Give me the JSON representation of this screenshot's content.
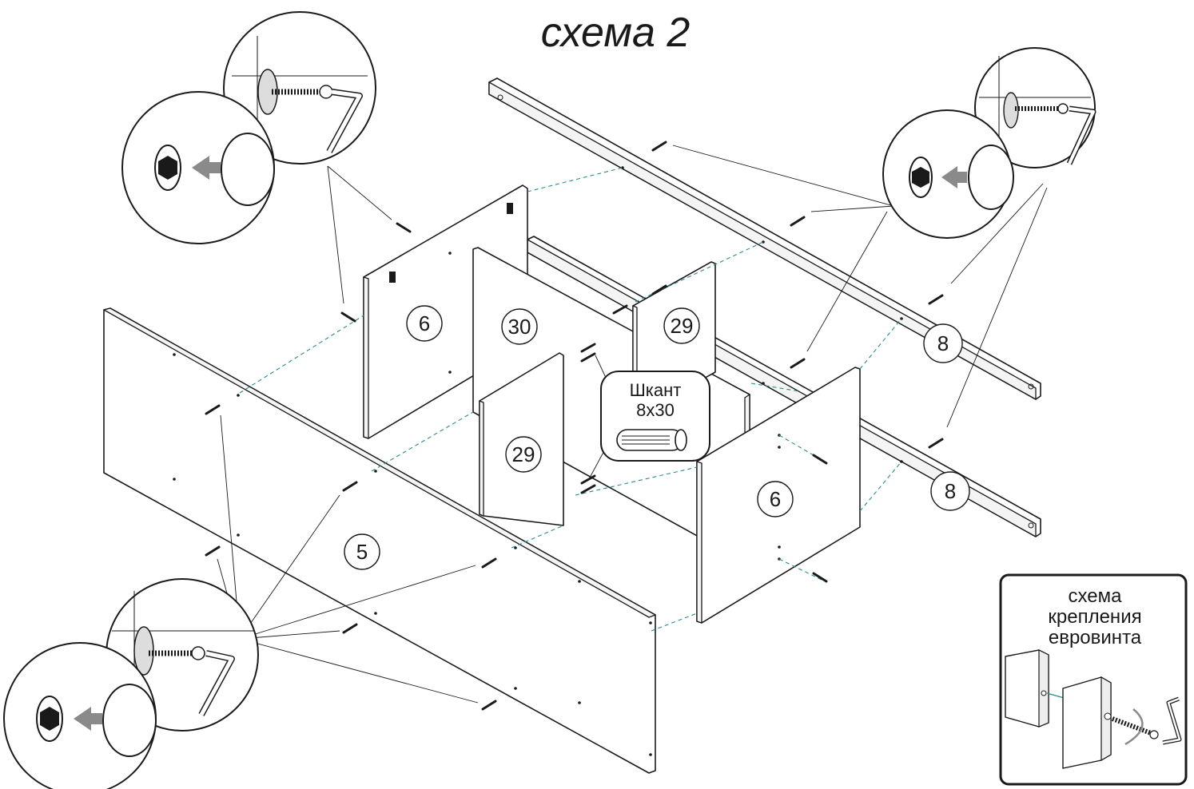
{
  "title": "схема 2",
  "part_labels": [
    {
      "id": "left-side",
      "text": "6"
    },
    {
      "id": "center-divider",
      "text": "30"
    },
    {
      "id": "back-shelf-divider",
      "text": "29"
    },
    {
      "id": "front-shelf-divider",
      "text": "29"
    },
    {
      "id": "right-side",
      "text": "6"
    },
    {
      "id": "front-panel",
      "text": "5"
    },
    {
      "id": "top-rail",
      "text": "8"
    },
    {
      "id": "bottom-rail",
      "text": "8"
    }
  ],
  "dowel_callout": {
    "name": "Шкант",
    "size": "8x30"
  },
  "legend": {
    "lines": [
      "схема",
      "крепления",
      "евровинта"
    ]
  },
  "colors": {
    "line": "#1a1a1a",
    "guide": "#2a8c8c",
    "gray_arrow": "#8a8a8a"
  },
  "icons": [
    "hex-screw-head-icon",
    "allen-key-icon",
    "eurosrew-icon",
    "dowel-icon"
  ]
}
